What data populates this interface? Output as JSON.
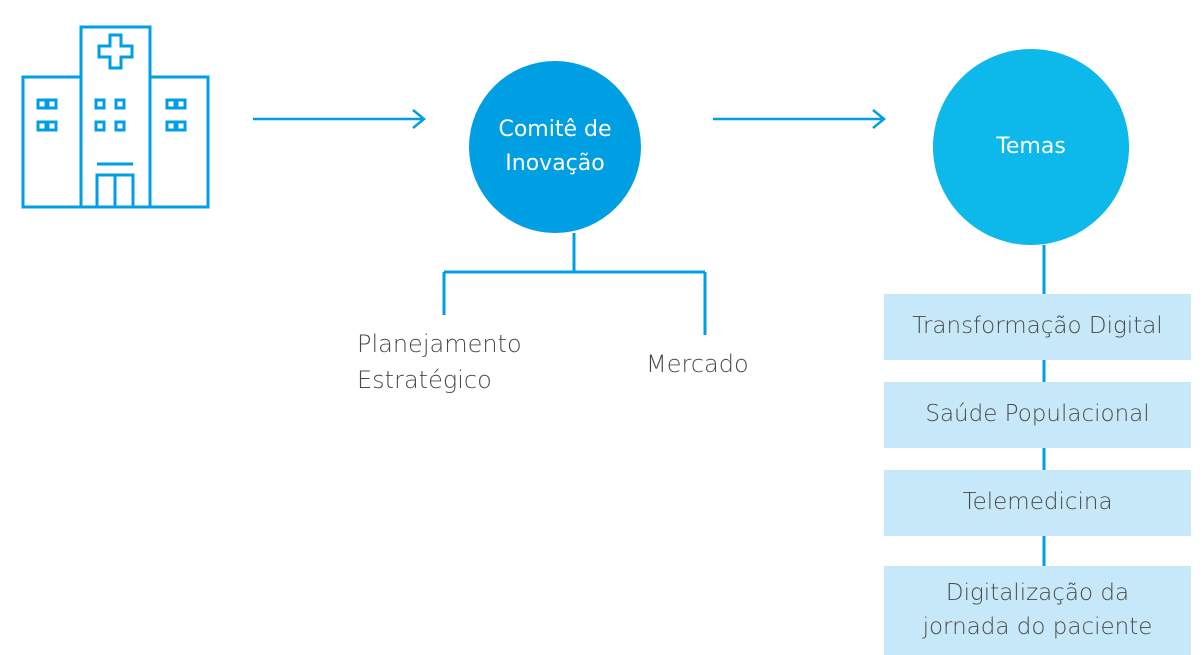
{
  "colors": {
    "primary_blue": "#009ee3",
    "light_blue": "#0db8ea",
    "pale_blue": "#c7e8f8",
    "text_gray": "#4a4a4a"
  },
  "icons": {
    "start": "hospital-icon"
  },
  "committee": {
    "line1": "Comitê de",
    "line2": "Inovação"
  },
  "committee_children": {
    "planning_line1": "Planejamento",
    "planning_line2": "Estratégico",
    "market": "Mercado"
  },
  "themes": {
    "title": "Temas",
    "items": [
      {
        "line1": "Transformação Digital"
      },
      {
        "line1": "Saúde Populacional"
      },
      {
        "line1": "Telemedicina"
      },
      {
        "line1": "Digitalização da",
        "line2": "jornada do paciente"
      }
    ]
  }
}
